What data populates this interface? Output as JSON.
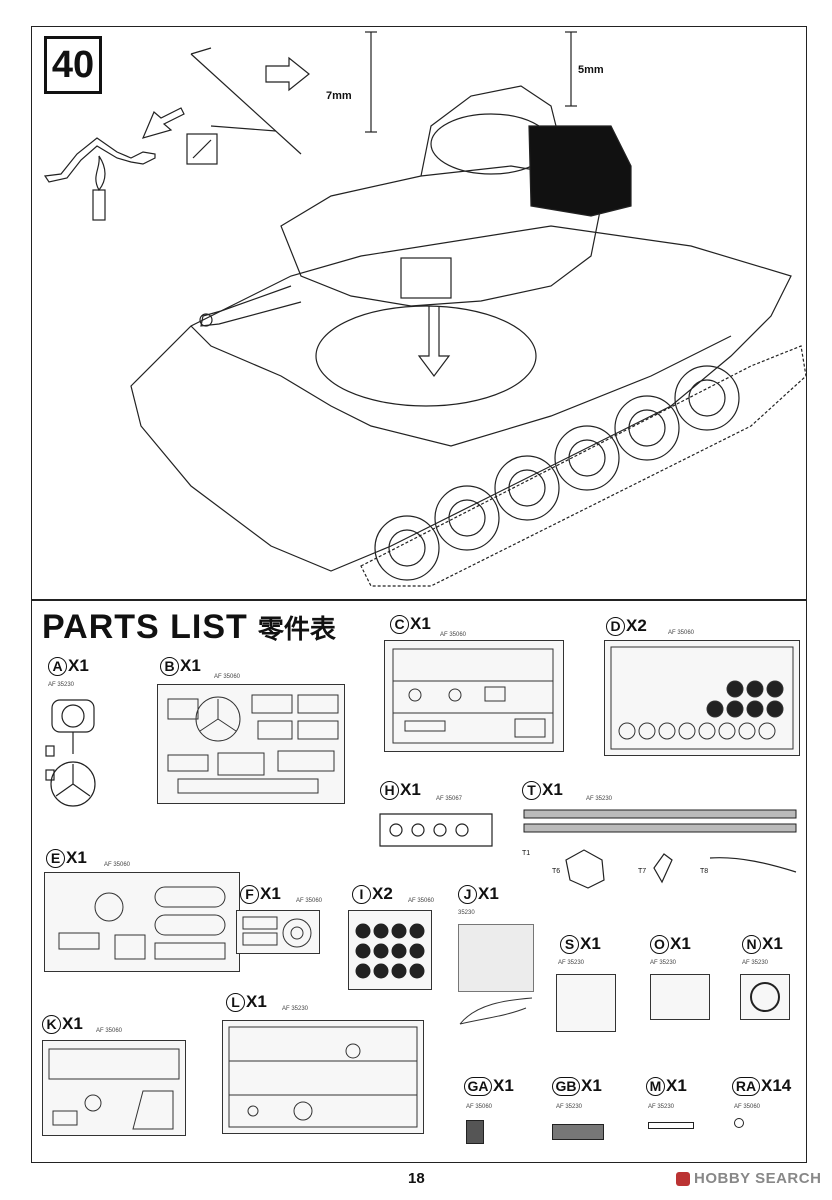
{
  "step": {
    "number": "40"
  },
  "dimensions": {
    "left": "7mm",
    "right": "5mm"
  },
  "parts_list": {
    "title_en": "PARTS LIST",
    "title_cn": "零件表"
  },
  "sprues": [
    {
      "id": "A",
      "qty": "X1",
      "code": "AF 35230"
    },
    {
      "id": "B",
      "qty": "X1",
      "code": "AF 35060"
    },
    {
      "id": "C",
      "qty": "X1",
      "code": "AF 35060"
    },
    {
      "id": "D",
      "qty": "X2",
      "code": "AF 35060"
    },
    {
      "id": "H",
      "qty": "X1",
      "code": "AF 35067"
    },
    {
      "id": "T",
      "qty": "X1",
      "code": "AF 35230"
    },
    {
      "id": "E",
      "qty": "X1",
      "code": "AF 35060"
    },
    {
      "id": "F",
      "qty": "X1",
      "code": "AF 35060"
    },
    {
      "id": "I",
      "qty": "X2",
      "code": "AF 35060"
    },
    {
      "id": "J",
      "qty": "X1",
      "code": "35230"
    },
    {
      "id": "S",
      "qty": "X1",
      "code": "AF 35230"
    },
    {
      "id": "O",
      "qty": "X1",
      "code": "AF 35230"
    },
    {
      "id": "N",
      "qty": "X1",
      "code": "AF 35230"
    },
    {
      "id": "K",
      "qty": "X1",
      "code": "AF 35060"
    },
    {
      "id": "L",
      "qty": "X1",
      "code": "AF 35230"
    },
    {
      "id": "GA",
      "qty": "X1",
      "code": "AF 35060"
    },
    {
      "id": "GB",
      "qty": "X1",
      "code": "AF 35230"
    },
    {
      "id": "M",
      "qty": "X1",
      "code": "AF 35230"
    },
    {
      "id": "RA",
      "qty": "X14",
      "code": "AF 35060"
    }
  ],
  "track_parts": {
    "t1": "T1",
    "t6": "T6",
    "t7": "T7",
    "t8": "T8"
  },
  "page_number": "18",
  "watermark": "HOBBY SEARCH"
}
